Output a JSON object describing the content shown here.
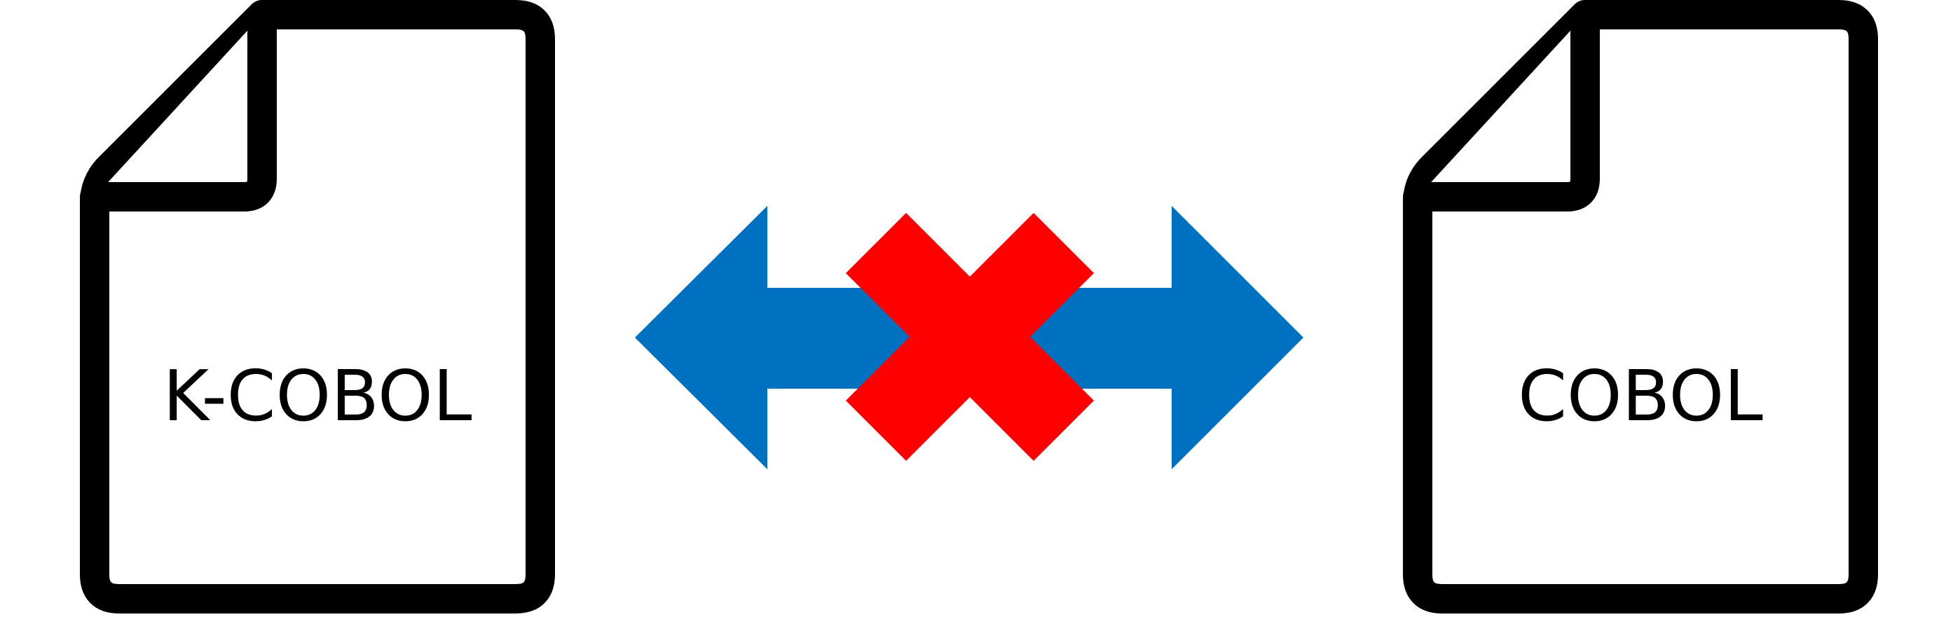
{
  "left_document": {
    "label": "K-COBOL"
  },
  "right_document": {
    "label": "COBOL"
  },
  "connector": {
    "arrow_icon": "double-headed-arrow",
    "arrow_color": "#0070C0",
    "cross_icon": "red-x-mark",
    "cross_color": "#FF0000"
  }
}
